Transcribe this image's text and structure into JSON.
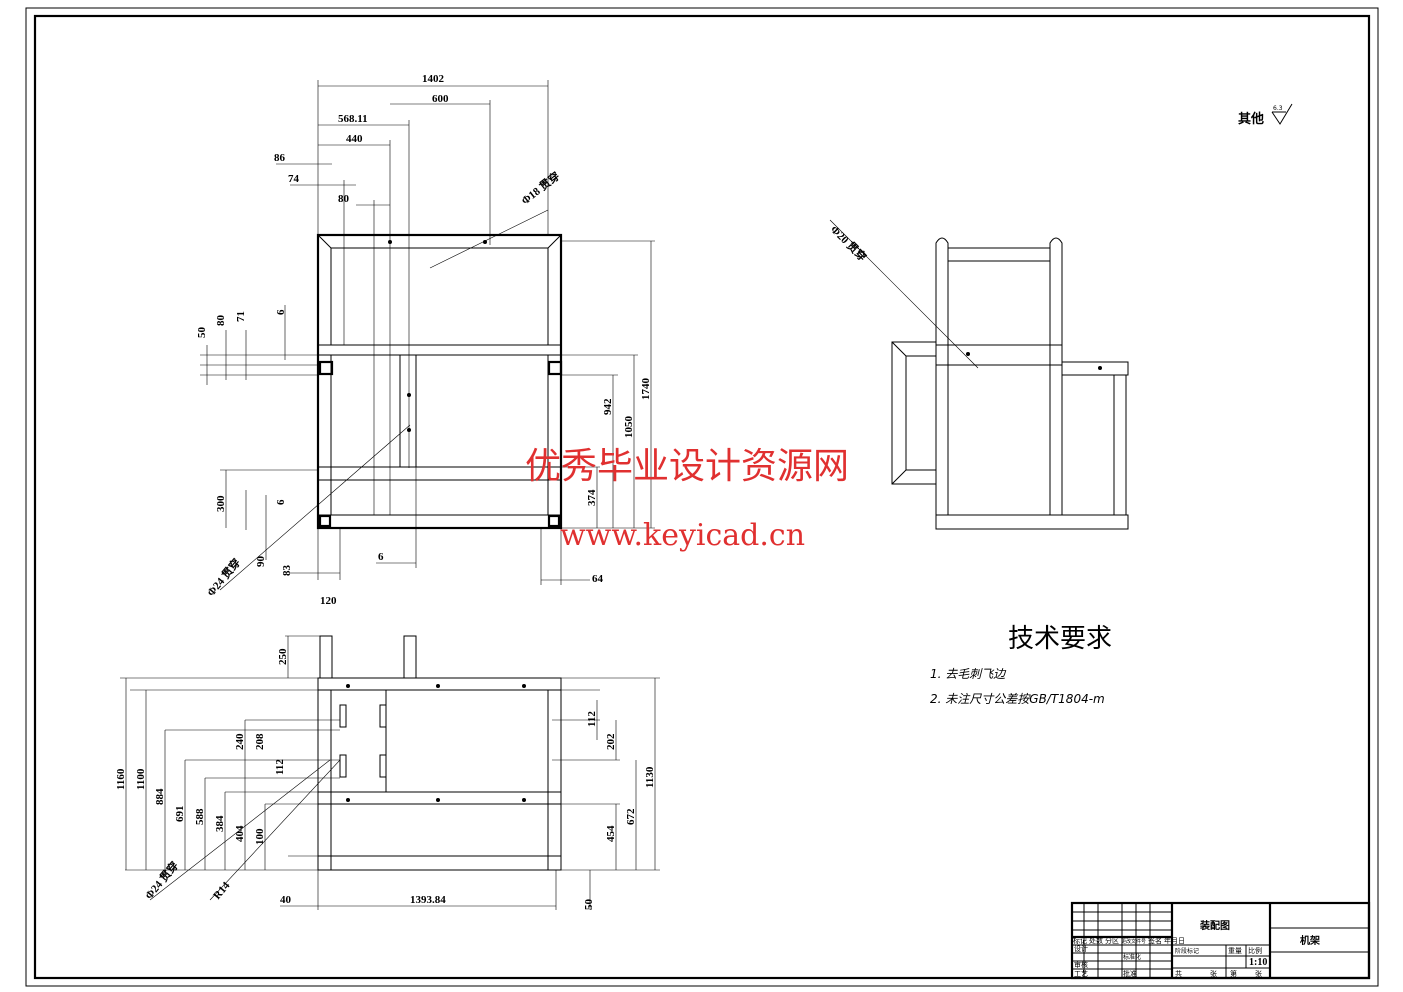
{
  "front_view": {
    "dims": [
      "1402",
      "600",
      "568.11",
      "440",
      "86",
      "74",
      "80",
      "Φ18 贯穿",
      "6",
      "50",
      "80",
      "71",
      "1740",
      "1050",
      "942",
      "374",
      "300",
      "6",
      "90",
      "Φ24 贯穿",
      "83",
      "6",
      "64"
    ]
  },
  "top_view": {
    "dims": [
      "120",
      "250",
      "1160",
      "1100",
      "884",
      "691",
      "588",
      "384",
      "404",
      "100",
      "240",
      "208",
      "112",
      "112",
      "202",
      "1130",
      "672",
      "454",
      "40",
      "1393.84",
      "50",
      "Φ24 贯穿",
      "R14"
    ]
  },
  "side_view": {
    "dims": [
      "Φ20 贯穿"
    ]
  },
  "roughness": {
    "label": "其他",
    "value": "6.3"
  },
  "tech_requirements": {
    "title": "技术要求",
    "items": [
      "1. 去毛刺飞边",
      "2. 未注尺寸公差按GB/T1804-m"
    ]
  },
  "watermark": {
    "line1": "优秀毕业设计资源网",
    "line2": "www.keyicad.cn"
  },
  "title_block": {
    "drawing_name": "装配图",
    "part_name": "机架",
    "scale": "1:10",
    "labels": [
      "标记",
      "处数",
      "分区",
      "更改文件号",
      "签名",
      "年月日",
      "设计",
      "标准化",
      "审核",
      "工艺",
      "批准",
      "阶段标记",
      "重量",
      "比例",
      "共",
      "张",
      "第",
      "张"
    ]
  }
}
